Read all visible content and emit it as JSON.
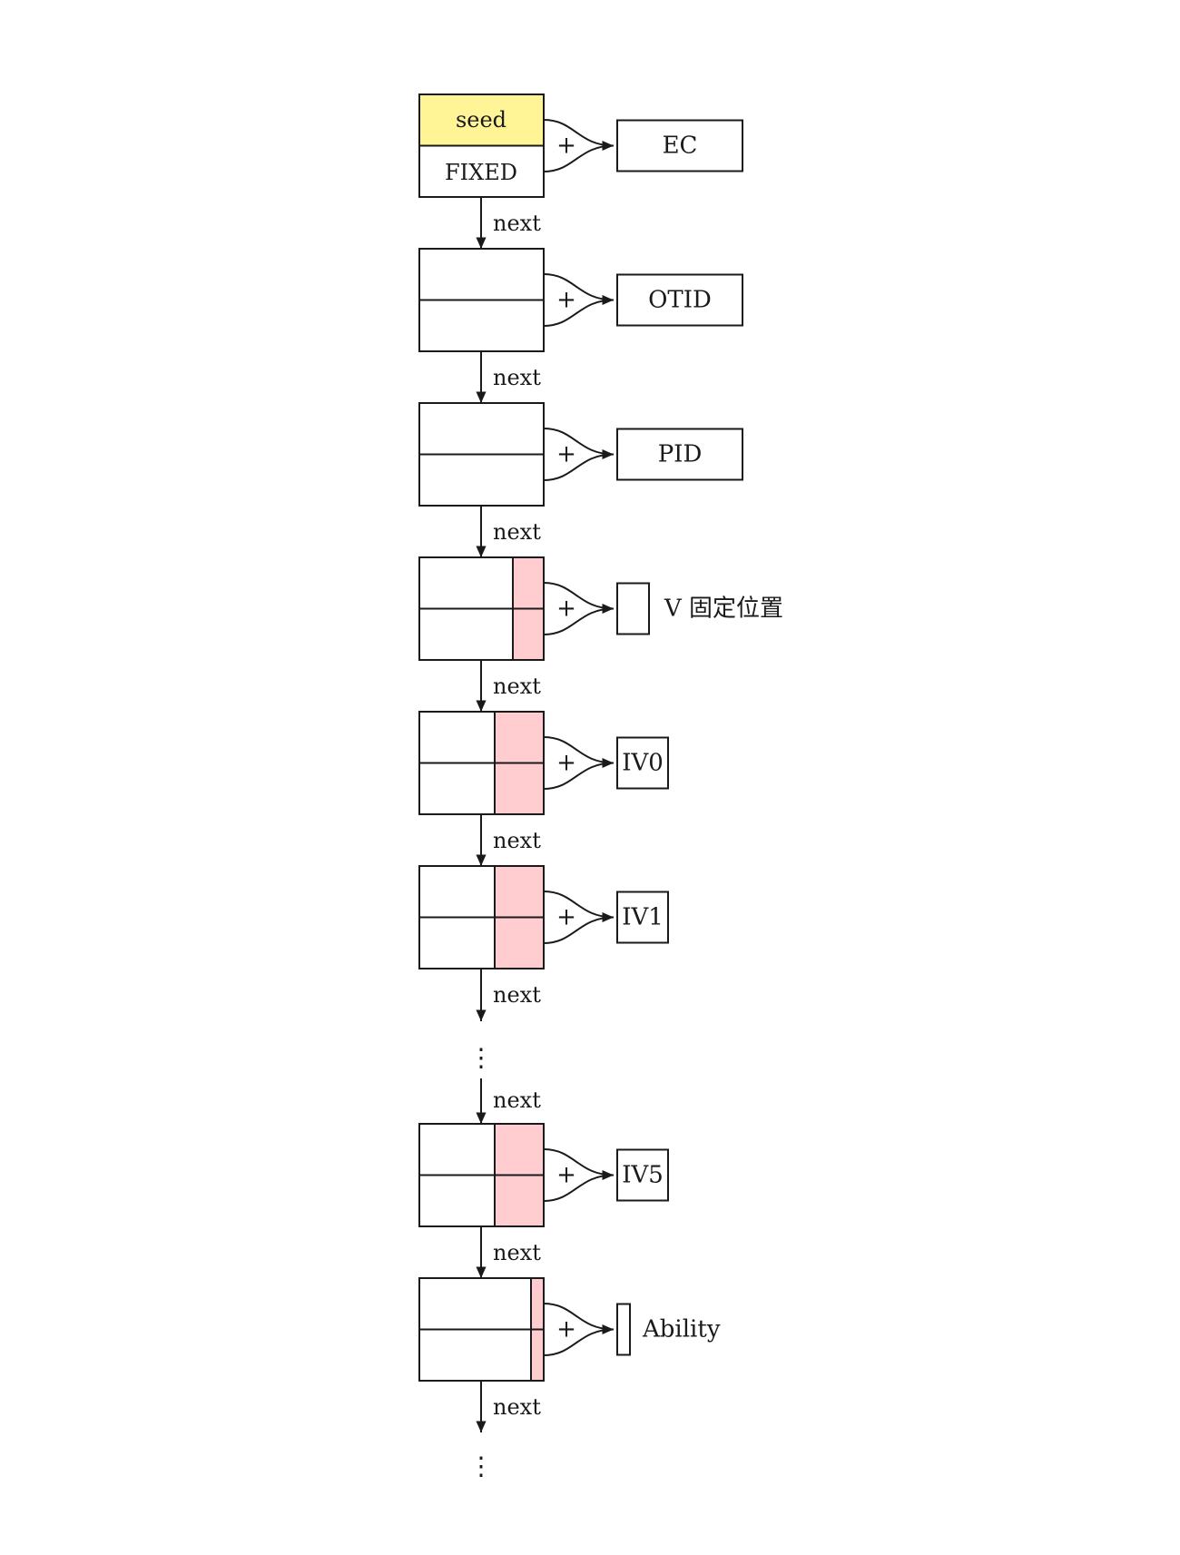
{
  "colors": {
    "seed_fill": "#fff597",
    "highlight_fill": "#ffcdd0",
    "stroke": "#1a1a1a",
    "background": "#ffffff"
  },
  "labels": {
    "seed": "seed",
    "fixed": "FIXED",
    "next": "next",
    "plus": "+",
    "dots": "⋮"
  },
  "outputs": [
    "EC",
    "OTID",
    "PID",
    "V 固定位置",
    "IV0",
    "IV1",
    "IV5",
    "Ability"
  ]
}
